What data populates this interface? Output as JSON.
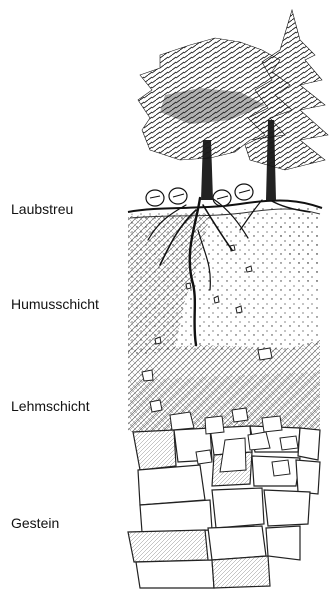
{
  "labels": {
    "laubstreu": "Laubstreu",
    "humusschicht": "Humusschicht",
    "lehmschicht": "Lehmschicht",
    "gestein": "Gestein"
  },
  "colors": {
    "ink": "#1a1a1a",
    "background": "#ffffff"
  }
}
